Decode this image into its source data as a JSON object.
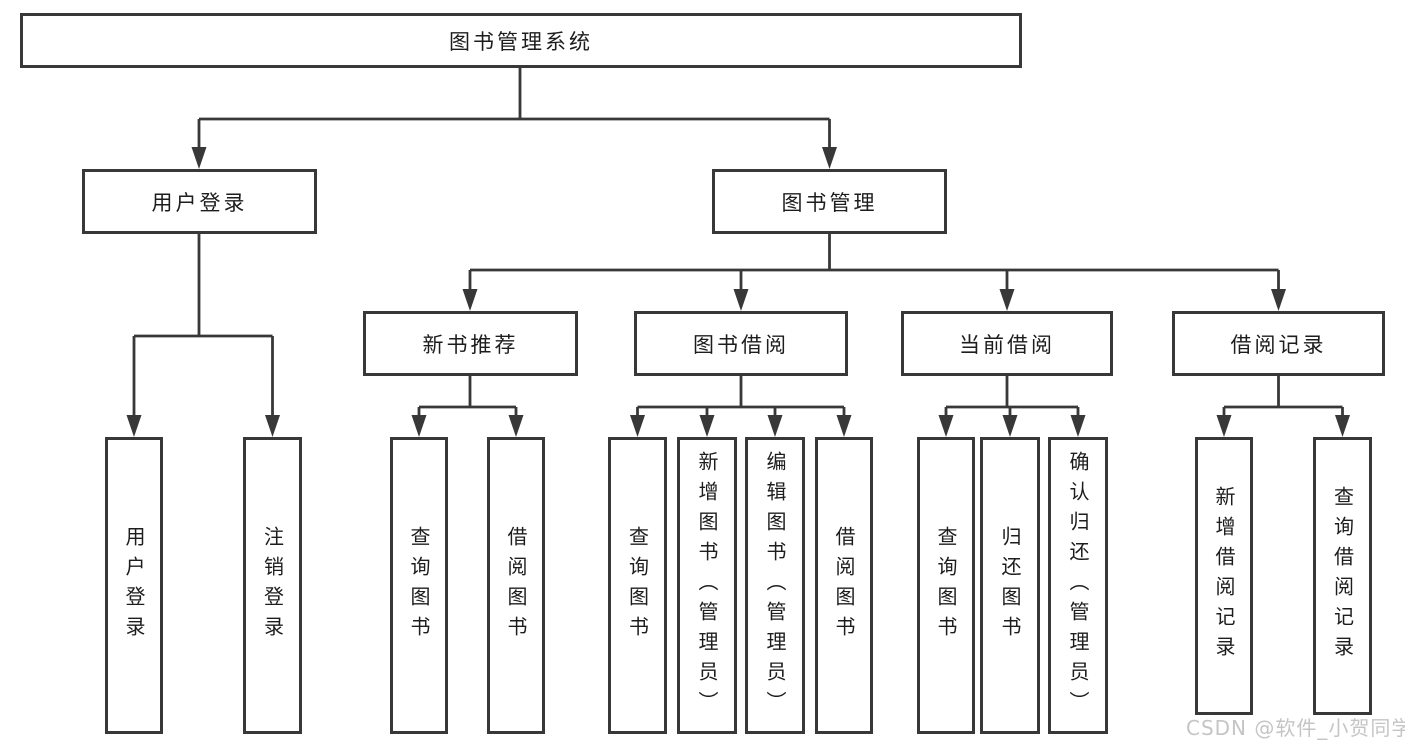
{
  "diagram": {
    "type": "tree",
    "root": {
      "label": "图书管理系统"
    },
    "branches": [
      {
        "label": "用户登录",
        "children": [
          {
            "label": "用户登录"
          },
          {
            "label": "注销登录"
          }
        ]
      },
      {
        "label": "图书管理",
        "children": [
          {
            "label": "新书推荐",
            "children": [
              {
                "label": "查询图书"
              },
              {
                "label": "借阅图书"
              }
            ]
          },
          {
            "label": "图书借阅",
            "children": [
              {
                "label": "查询图书"
              },
              {
                "label": "新增图书（管理员）"
              },
              {
                "label": "编辑图书（管理员）"
              },
              {
                "label": "借阅图书"
              }
            ]
          },
          {
            "label": "当前借阅",
            "children": [
              {
                "label": "查询图书"
              },
              {
                "label": "归还图书"
              },
              {
                "label": "确认归还（管理员）"
              }
            ]
          },
          {
            "label": "借阅记录",
            "children": [
              {
                "label": "新增借阅记录"
              },
              {
                "label": "查询借阅记录"
              }
            ]
          }
        ]
      }
    ]
  },
  "watermark": {
    "text": "CSDN @软件_小贺同学"
  },
  "colors": {
    "line": "#383838",
    "box_border": "#383838",
    "text": "#1d1d1d",
    "background": "#ffffff",
    "watermark": "#c5c5c5"
  }
}
